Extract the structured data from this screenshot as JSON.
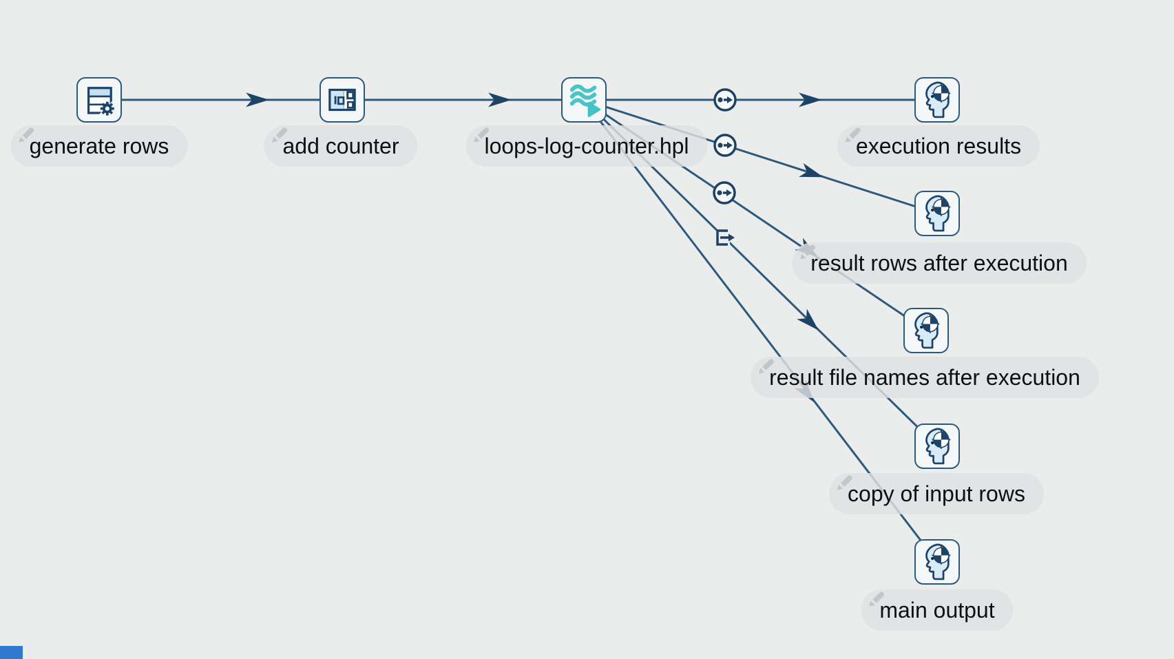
{
  "canvas": {
    "type": "pipeline-editor-canvas",
    "background_color": "#ebecec",
    "pill_color": "#e2e4e5",
    "line_color": "#2d5a7c",
    "accent_navy": "#1d4467",
    "accent_teal": "#4ac4c6",
    "accent_lightblue": "#cfe6f7",
    "corner_marker_color": "#3078d0"
  },
  "pipeline": {
    "transforms": [
      {
        "label": "generate rows",
        "icon": "table-gear-icon"
      },
      {
        "label": "add counter",
        "icon": "counter-icon"
      },
      {
        "label": "loops-log-counter.hpl",
        "icon": "pipeline-executor-icon"
      },
      {
        "label": "execution results",
        "icon": "head-target-icon"
      },
      {
        "label": "result rows after execution",
        "icon": "head-target-icon"
      },
      {
        "label": "result file names after execution",
        "icon": "head-target-icon"
      },
      {
        "label": "copy of input rows",
        "icon": "head-target-icon"
      },
      {
        "label": "main output",
        "icon": "head-target-icon"
      }
    ],
    "hops": [
      {
        "from": "generate rows",
        "to": "add counter",
        "badge": "none"
      },
      {
        "from": "add counter",
        "to": "loops-log-counter.hpl",
        "badge": "none"
      },
      {
        "from": "loops-log-counter.hpl",
        "to": "execution results",
        "badge": "circle-arrow"
      },
      {
        "from": "loops-log-counter.hpl",
        "to": "result rows after execution",
        "badge": "circle-arrow"
      },
      {
        "from": "loops-log-counter.hpl",
        "to": "result file names after execution",
        "badge": "circle-arrow"
      },
      {
        "from": "loops-log-counter.hpl",
        "to": "copy of input rows",
        "badge": "box-arrow"
      },
      {
        "from": "loops-log-counter.hpl",
        "to": "main output",
        "badge": "none"
      }
    ]
  }
}
